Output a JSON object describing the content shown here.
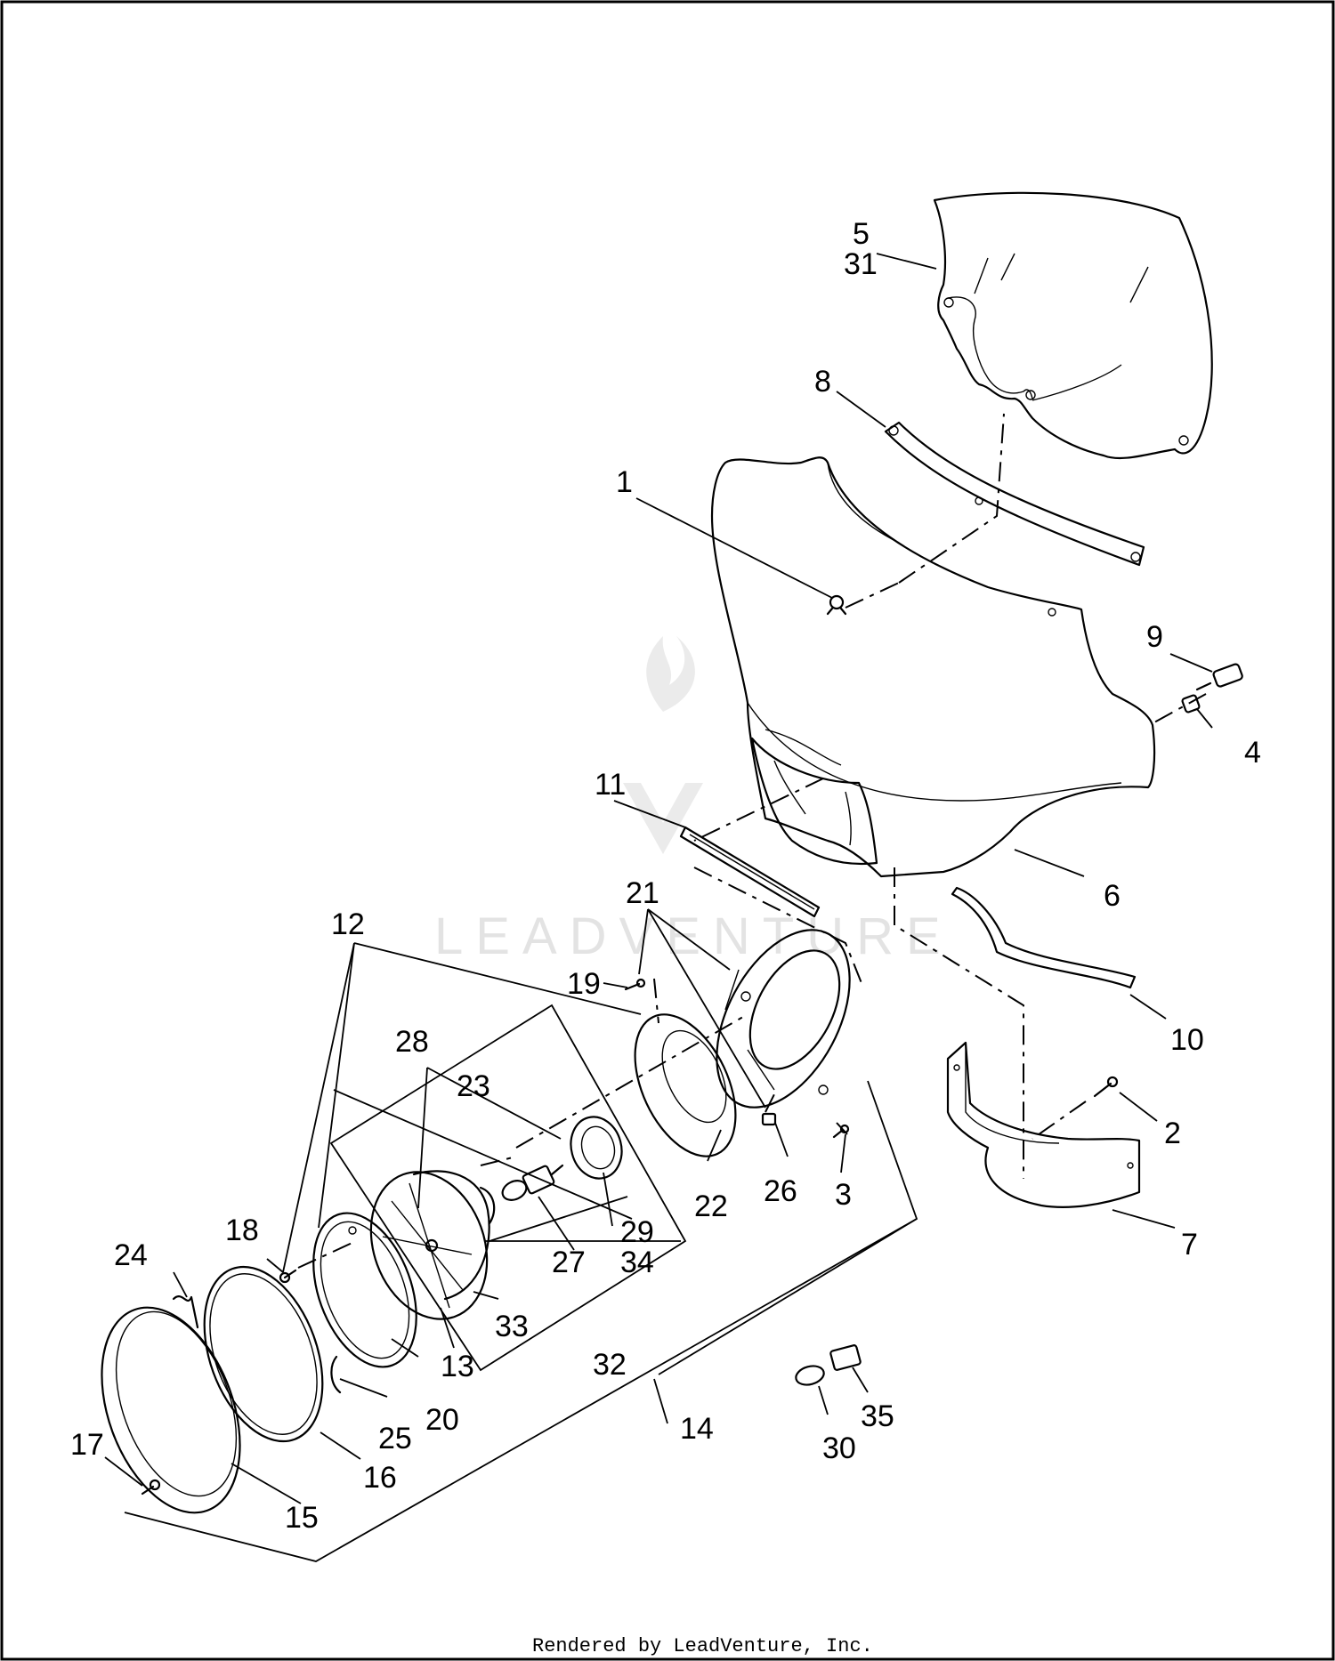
{
  "footer": "Rendered by LeadVenture, Inc.",
  "watermark": "LEADVENTURE",
  "callouts": {
    "c1": "1",
    "c2": "2",
    "c3": "3",
    "c4": "4",
    "c5": "5",
    "c6": "6",
    "c7": "7",
    "c8": "8",
    "c9": "9",
    "c10": "10",
    "c11": "11",
    "c12": "12",
    "c13": "13",
    "c14": "14",
    "c15": "15",
    "c16": "16",
    "c17": "17",
    "c18": "18",
    "c19": "19",
    "c20": "20",
    "c21": "21",
    "c22": "22",
    "c23": "23",
    "c24": "24",
    "c25": "25",
    "c26": "26",
    "c27": "27",
    "c28": "28",
    "c29": "29",
    "c30": "30",
    "c31": "31",
    "c32": "32",
    "c33": "33",
    "c34": "34",
    "c35": "35"
  }
}
